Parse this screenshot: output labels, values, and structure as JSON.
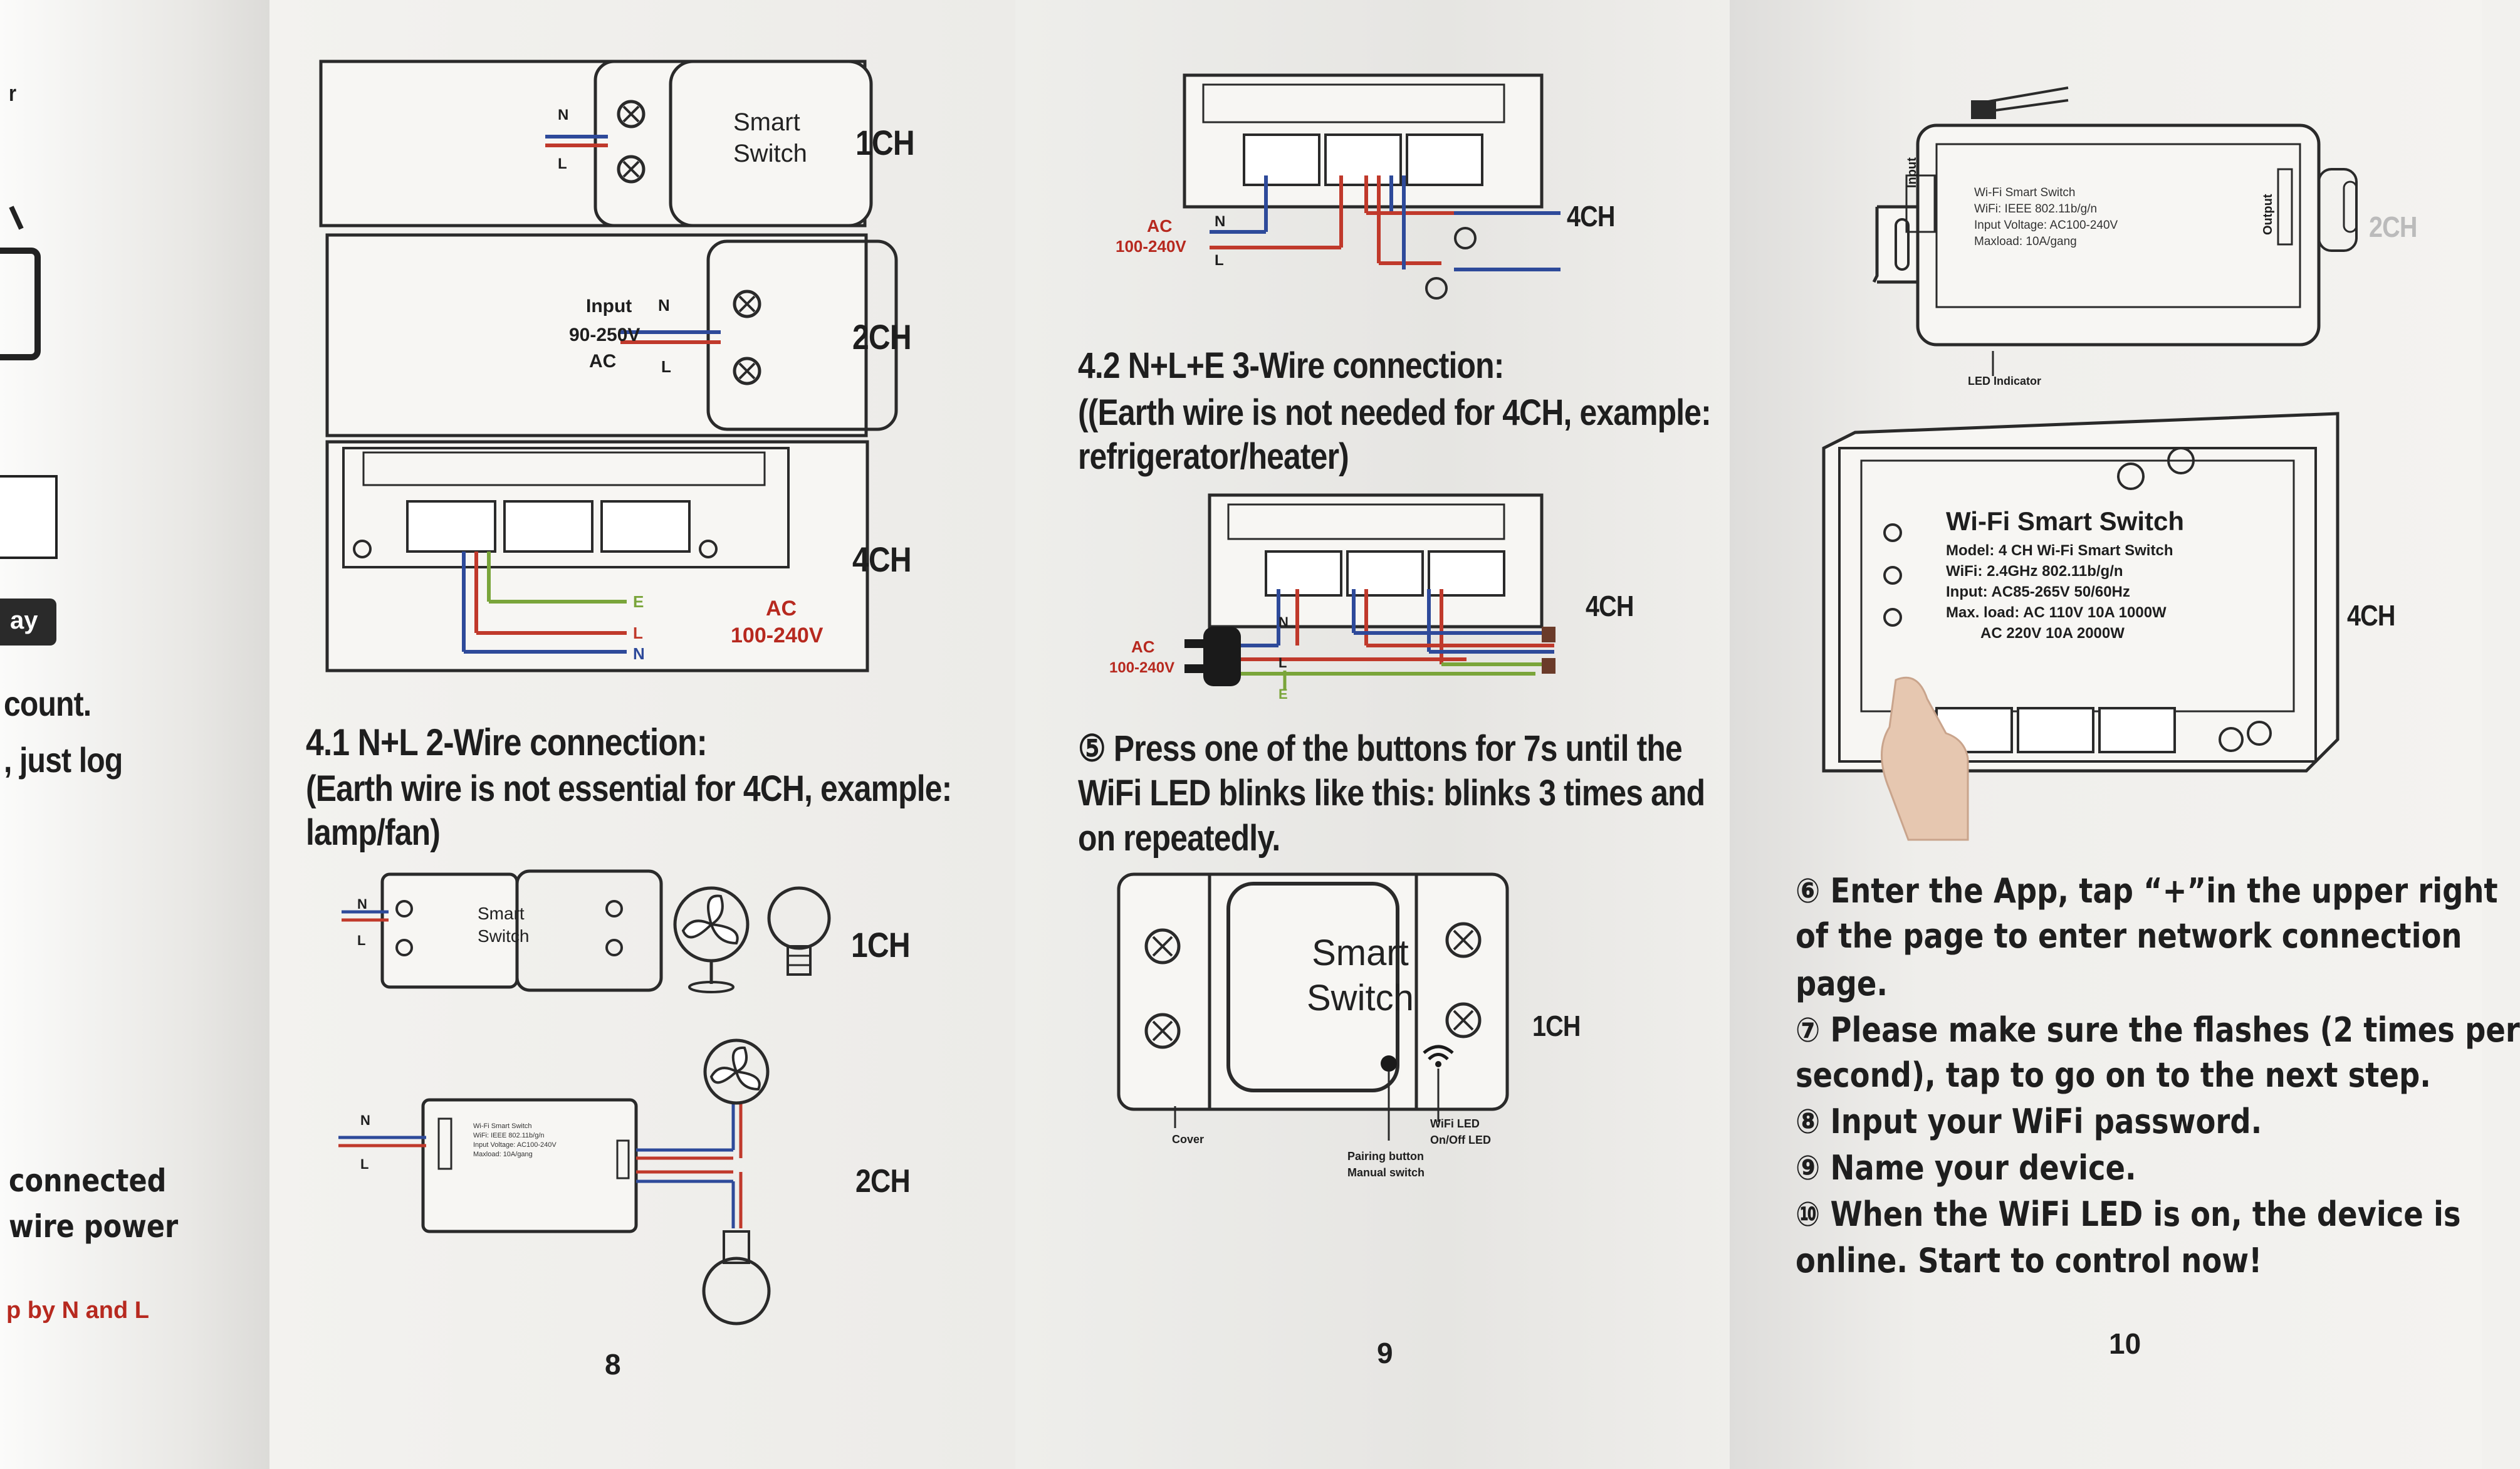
{
  "left_panel": {
    "frag1": "r",
    "button_text": "ay",
    "frag_count": "count.",
    "frag_log": ", just log",
    "frag_connected": "connected",
    "frag_wire": "wire power",
    "frag_nl": "p by N and L"
  },
  "page8": {
    "d1": {
      "n": "N",
      "l": "L",
      "device": [
        "Smart",
        "Switch"
      ],
      "ch": "1CH"
    },
    "d2": {
      "input": "Input",
      "range": "90-250V",
      "ac": "AC",
      "n": "N",
      "l": "L",
      "ch": "2CH"
    },
    "d3": {
      "e": "E",
      "l": "L",
      "n": "N",
      "ac": "AC",
      "volt": "100-240V",
      "ch": "4CH"
    },
    "section_title": "4.1 N+L 2-Wire connection:",
    "section_note_1": "(Earth wire is not essential for 4CH, example:",
    "section_note_2": "lamp/fan)",
    "d4": {
      "n": "N",
      "l": "L",
      "device": [
        "Smart",
        "Switch"
      ],
      "ch": "1CH"
    },
    "d5": {
      "n": "N",
      "l": "L",
      "label_lines": [
        "Wi-Fi Smart Switch",
        "WiFi: IEEE 802.11b/g/n",
        "Input Voltage: AC100-240V",
        "Maxload: 10A/gang"
      ],
      "ch": "2CH"
    },
    "page_number": "8"
  },
  "page9": {
    "d1": {
      "ac": "AC",
      "volt": "100-240V",
      "n": "N",
      "l": "L",
      "ch": "4CH"
    },
    "section_title": "4.2 N+L+E 3-Wire connection:",
    "section_note_1": "((Earth wire is not needed for 4CH, example:",
    "section_note_2": "refrigerator/heater)",
    "d2": {
      "ac": "AC",
      "volt": "100-240V",
      "n": "N",
      "l": "L",
      "e": "E",
      "ch": "4CH"
    },
    "step5": [
      "⑤ Press one of the buttons for 7s until the",
      "WiFi LED blinks like this: blinks 3 times and",
      "on repeatedly."
    ],
    "d3": {
      "device": [
        "Smart",
        "Switch"
      ],
      "ch": "1CH",
      "cover": "Cover",
      "pairing": [
        "Pairing button",
        "Manual switch"
      ],
      "led": [
        "WiFi LED",
        "On/Off LED"
      ]
    },
    "page_number": "9"
  },
  "page10": {
    "d1": {
      "input": "Input",
      "output": "Output",
      "label_lines": [
        "Wi-Fi Smart Switch",
        "WiFi: IEEE 802.11b/g/n",
        "Input Voltage: AC100-240V",
        "Maxload: 10A/gang"
      ],
      "led": "LED Indicator",
      "ch": "2CH"
    },
    "d2": {
      "title": "Wi-Fi Smart Switch",
      "lines": [
        "Model: 4 CH Wi-Fi Smart Switch",
        "WiFi: 2.4GHz 802.11b/g/n",
        "Input: AC85-265V 50/60Hz",
        "Max. load: AC 110V 10A 1000W",
        "AC 220V 10A 2000W"
      ],
      "ch": "4CH"
    },
    "steps": [
      "⑥  Enter the App, tap “+”in the upper right",
      "of the page to enter network connection",
      "page.",
      "⑦ Please make sure the flashes (2 times per",
      "second), tap to go on to the next step.",
      "⑧ Input your WiFi password.",
      "⑨ Name your device.",
      "⑩  When the WiFi LED is on, the device is",
      "online. Start to control now!"
    ],
    "page_number": "10"
  },
  "colors": {
    "live": "#c0392b",
    "neutral": "#2e4a9a",
    "earth": "#7aa53a",
    "ink": "#2a2a2a"
  }
}
